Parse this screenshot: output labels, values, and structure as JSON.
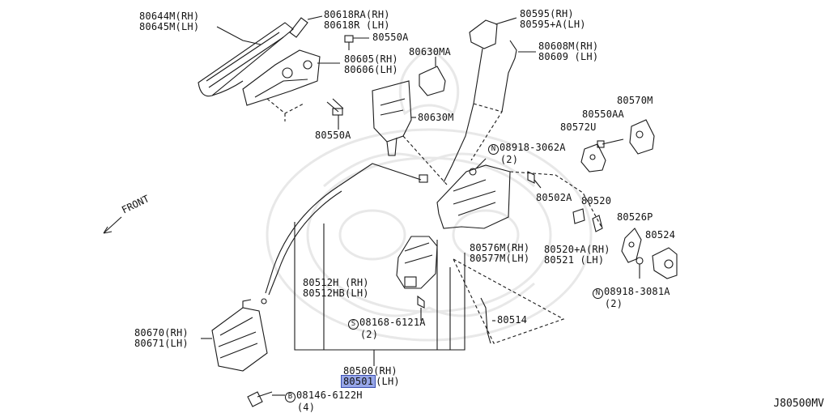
{
  "diagram_code": "J80500MV",
  "front_label": "FRONT",
  "callouts": [
    {
      "id": "p80644",
      "lines": [
        "80644M(RH)",
        "80645M(LH)"
      ]
    },
    {
      "id": "p80618",
      "lines": [
        "80618RA(RH)",
        "80618R (LH)"
      ]
    },
    {
      "id": "p80550a_top",
      "lines": [
        "80550A"
      ]
    },
    {
      "id": "p80605",
      "lines": [
        "80605(RH)",
        "80606(LH)"
      ]
    },
    {
      "id": "p80630ma",
      "lines": [
        "80630MA"
      ]
    },
    {
      "id": "p80630m",
      "lines": [
        "80630M"
      ]
    },
    {
      "id": "p80550a_mid",
      "lines": [
        "80550A"
      ]
    },
    {
      "id": "p80595",
      "lines": [
        "80595(RH)",
        "80595+A(LH)"
      ]
    },
    {
      "id": "p80608",
      "lines": [
        "80608M(RH)",
        "80609 (LH)"
      ]
    },
    {
      "id": "p80570",
      "lines": [
        "80570M"
      ]
    },
    {
      "id": "p80550aa",
      "lines": [
        "80550AA"
      ]
    },
    {
      "id": "p80572u",
      "lines": [
        "80572U"
      ]
    },
    {
      "id": "p08918_3062",
      "symbol": "N",
      "lines": [
        "08918-3062A",
        "  (2)"
      ]
    },
    {
      "id": "p80502a",
      "lines": [
        "80502A"
      ]
    },
    {
      "id": "p80520",
      "lines": [
        "80520"
      ]
    },
    {
      "id": "p80526p",
      "lines": [
        "80526P"
      ]
    },
    {
      "id": "p80524",
      "lines": [
        "80524"
      ]
    },
    {
      "id": "p80576",
      "lines": [
        "80576M(RH)",
        "80577M(LH)"
      ]
    },
    {
      "id": "p80520a",
      "lines": [
        "80520+A(RH)",
        "80521 (LH)"
      ]
    },
    {
      "id": "p08918_3081",
      "symbol": "N",
      "lines": [
        "08918-3081A",
        "  (2)"
      ]
    },
    {
      "id": "p80512",
      "lines": [
        "80512H (RH)",
        "80512HB(LH)"
      ]
    },
    {
      "id": "p08168",
      "symbol": "S",
      "lines": [
        "08168-6121A",
        "  (2)"
      ]
    },
    {
      "id": "p80514",
      "lines": [
        "80514"
      ]
    },
    {
      "id": "p80670",
      "lines": [
        "80670(RH)",
        "80671(LH)"
      ]
    },
    {
      "id": "p80500",
      "lines": [
        "80500(RH)",
        "80501(LH)"
      ],
      "highlight": "80501"
    },
    {
      "id": "p08146",
      "symbol": "B",
      "lines": [
        "08146-6122H",
        "  (4)"
      ]
    }
  ],
  "colors": {
    "line": "#1a1a1a",
    "highlight": "#97a6e8",
    "watermark": "#e6e6e6"
  }
}
